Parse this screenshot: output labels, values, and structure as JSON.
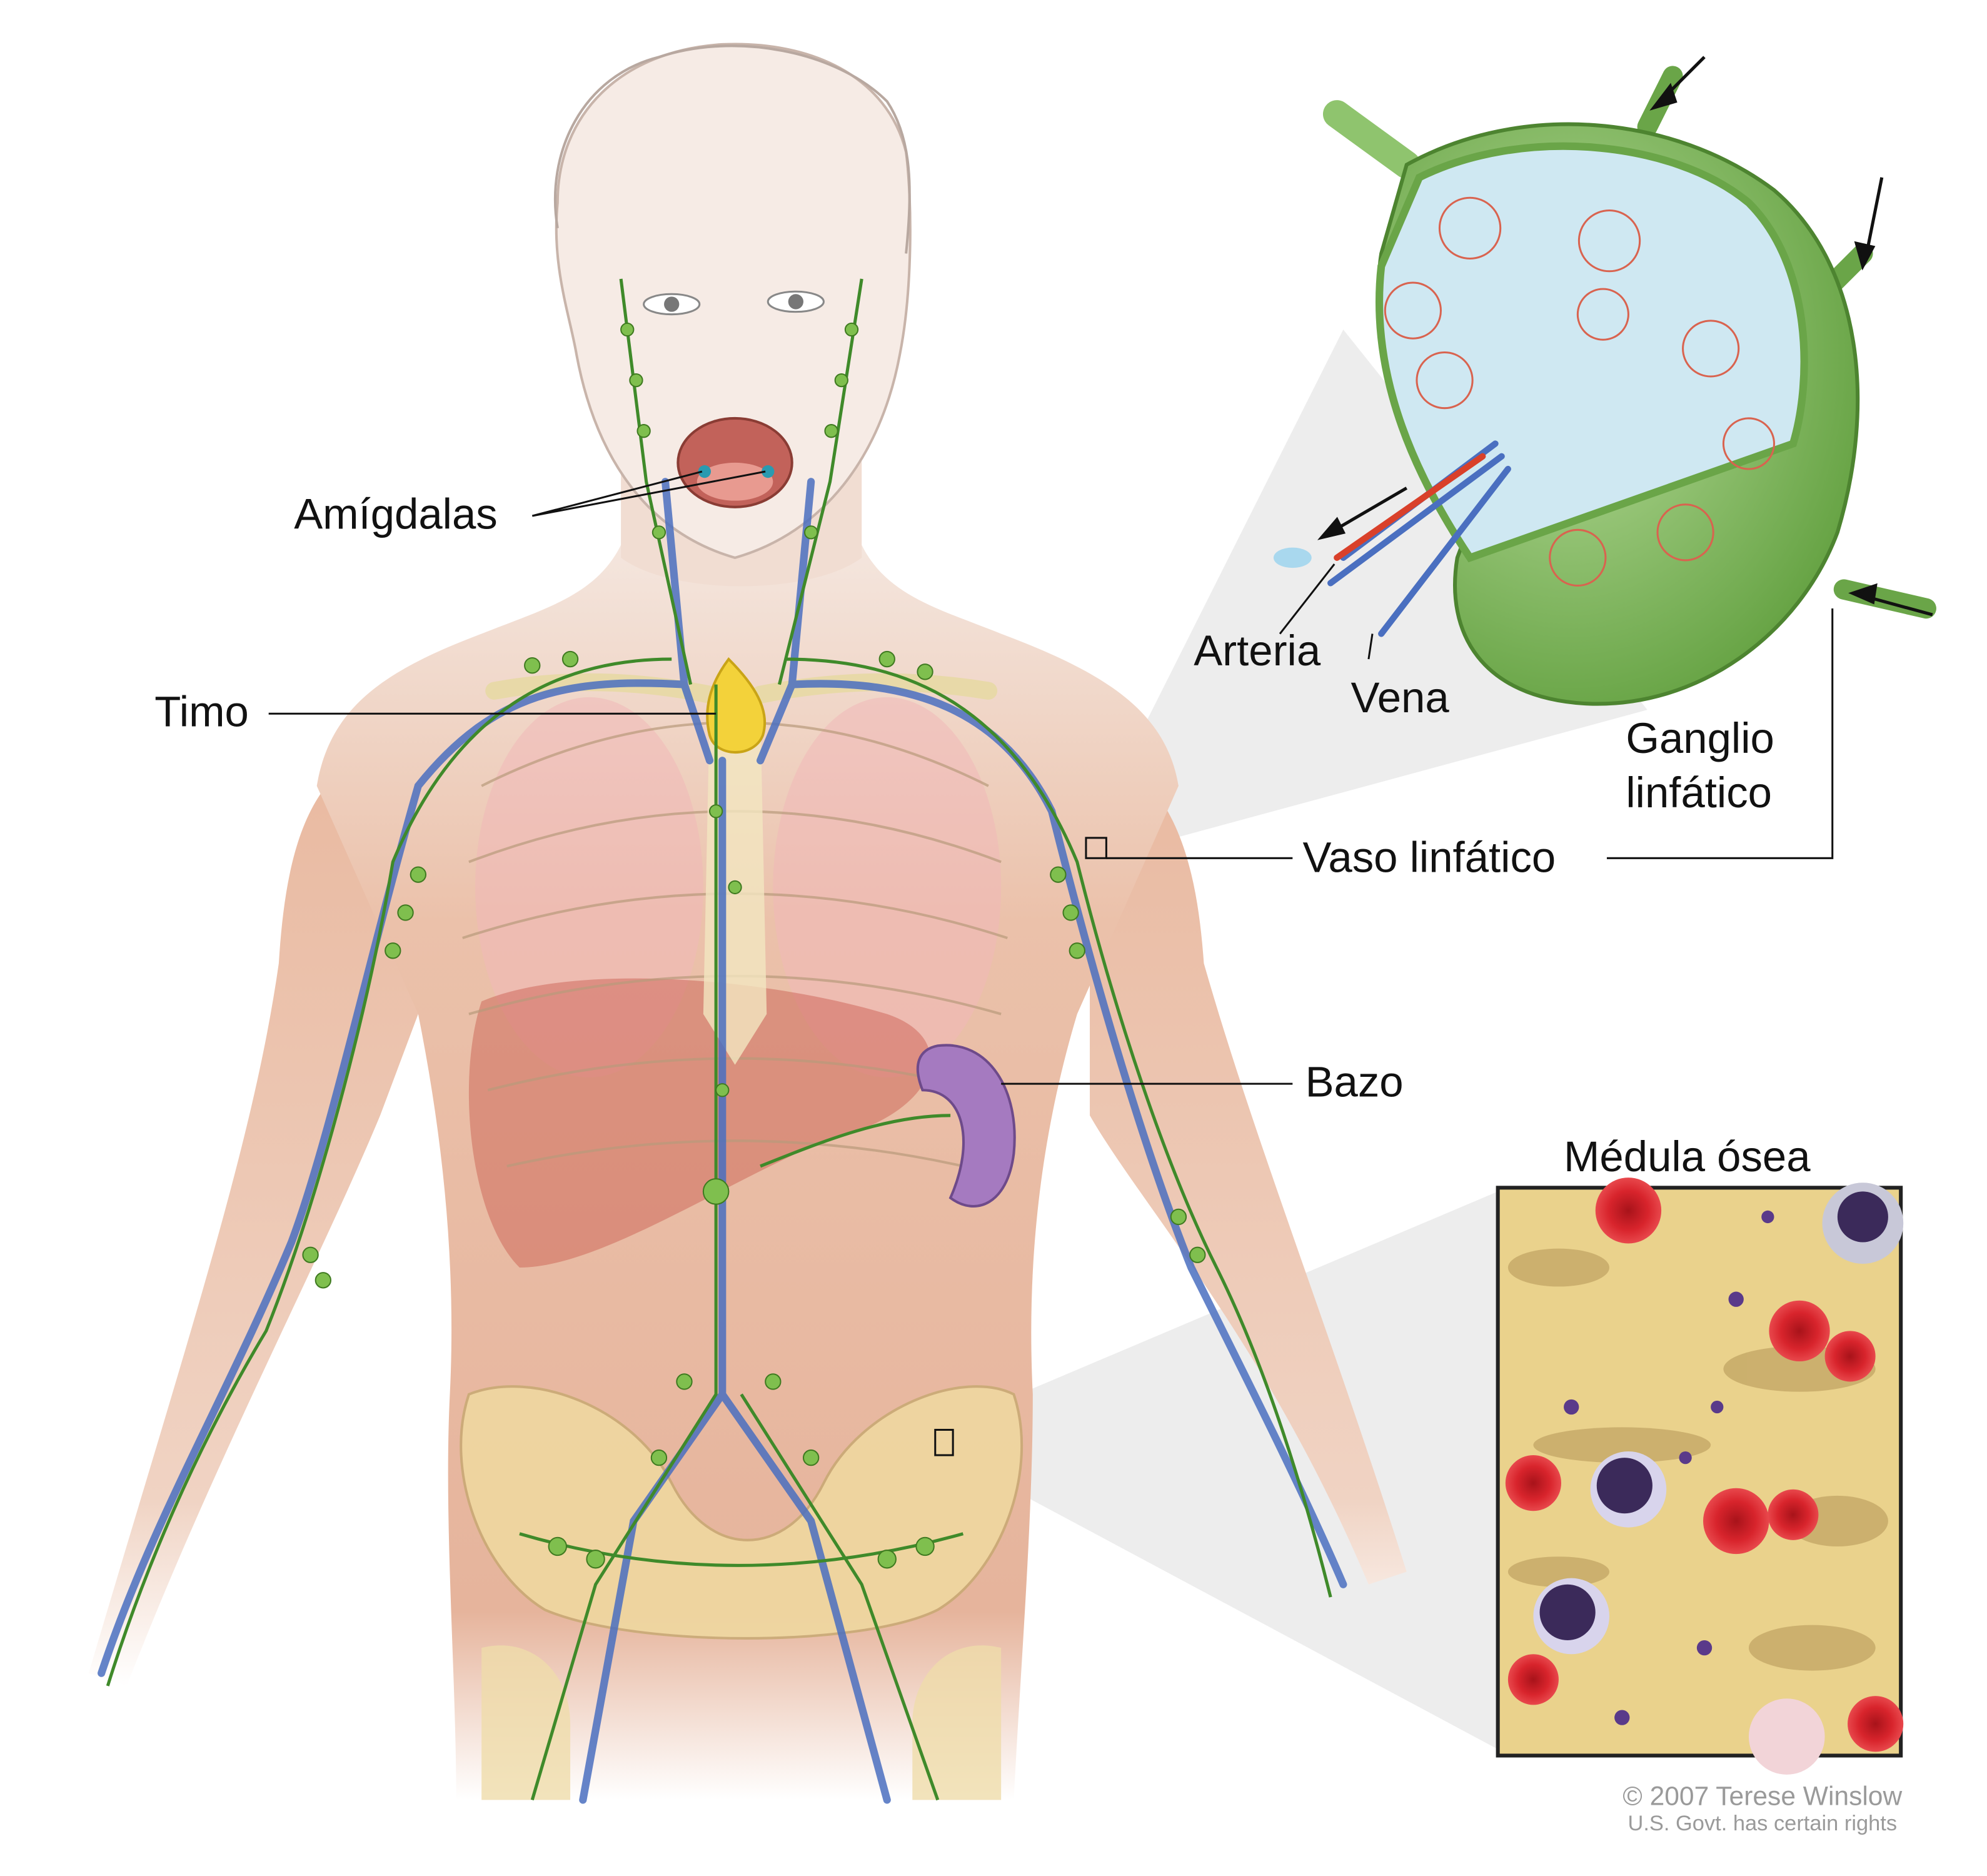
{
  "labels": {
    "tonsils": "Amígdalas",
    "thymus": "Timo",
    "artery": "Arteria",
    "vein": "Vena",
    "lymph_node_line1": "Ganglio",
    "lymph_node_line2": "linfático",
    "lymph_vessel": "Vaso linfático",
    "spleen": "Bazo",
    "bone_marrow": "Médula ósea"
  },
  "credit": {
    "line1": "© 2007 Terese Winslow",
    "line2": "U.S. Govt. has certain rights"
  },
  "colors": {
    "skin": "#e9bda5",
    "lymph": "#3f8a2a",
    "vein": "#4a6fc0",
    "artery": "#d9402a",
    "node": "#8fc46e",
    "marrow": "#ead28c",
    "red_cell": "#d8242c",
    "spleen": "#a57ac0",
    "thymus": "#f3d23a"
  }
}
